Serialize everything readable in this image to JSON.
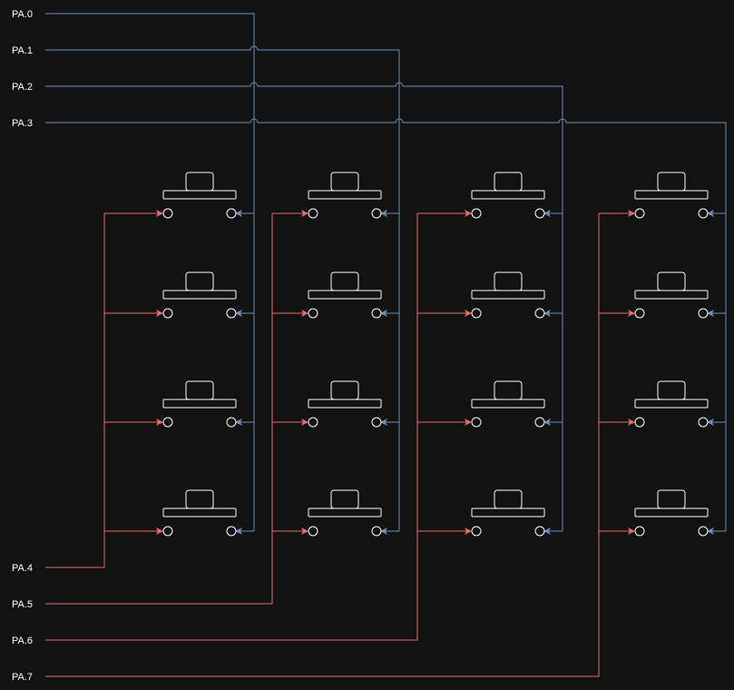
{
  "colors": {
    "background": "#121212",
    "column_wire": "#6c8ebf",
    "row_wire": "#ea6b66",
    "component": "#ffffff",
    "label": "#ffffff"
  },
  "column_pins": [
    {
      "label": "PA.0"
    },
    {
      "label": "PA.1"
    },
    {
      "label": "PA.2"
    },
    {
      "label": "PA.3"
    }
  ],
  "row_pins": [
    {
      "label": "PA.4"
    },
    {
      "label": "PA.5"
    },
    {
      "label": "PA.6"
    },
    {
      "label": "PA.7"
    }
  ],
  "button_grid": {
    "rows": 4,
    "columns": 4,
    "component": "pushbutton-switch"
  }
}
